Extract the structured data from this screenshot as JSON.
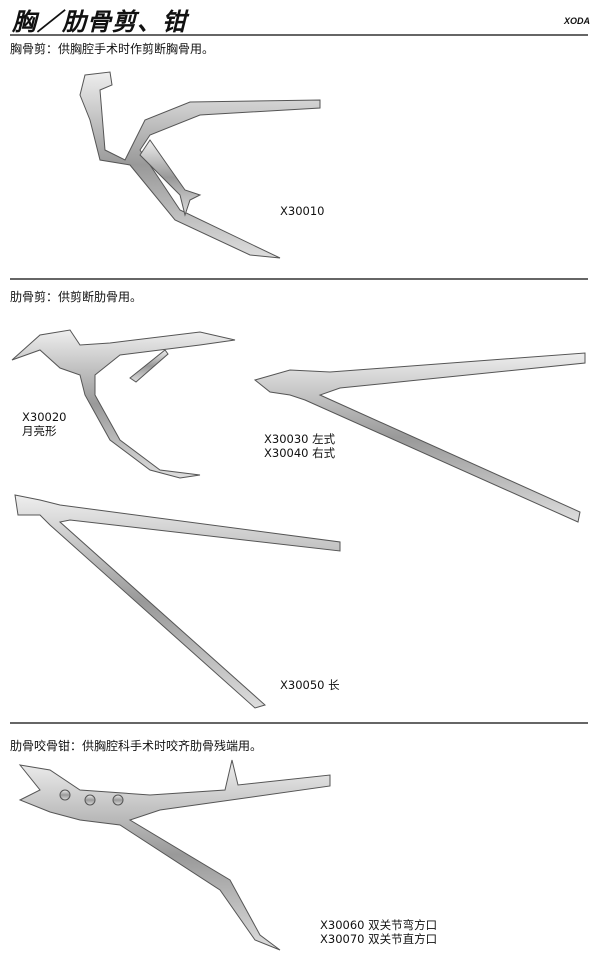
{
  "header": {
    "title": "胸／肋骨剪、钳",
    "brand": "XODA"
  },
  "sections": [
    {
      "description": "胸骨剪：供胸腔手术时作剪断胸骨用。",
      "items": [
        {
          "code": "X30010"
        }
      ]
    },
    {
      "description": "肋骨剪：供剪断肋骨用。",
      "items": [
        {
          "code": "X30020",
          "note": "月亮形"
        },
        {
          "code": "X30030",
          "note": "左式"
        },
        {
          "code": "X30040",
          "note": "右式"
        },
        {
          "code": "X30050",
          "note": "长"
        }
      ]
    },
    {
      "description": "肋骨咬骨钳：供胸腔科手术时咬齐肋骨残端用。",
      "items": [
        {
          "code": "X30060",
          "note": "双关节弯方口"
        },
        {
          "code": "X30070",
          "note": "双关节直方口"
        }
      ]
    }
  ]
}
